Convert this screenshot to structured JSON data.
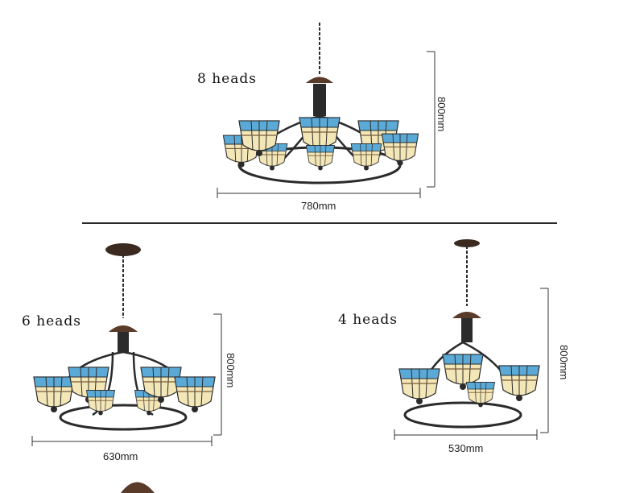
{
  "products": [
    {
      "heads_label": "8 heads",
      "width_label": "780mm",
      "height_label": "800mm"
    },
    {
      "heads_label": "6 heads",
      "width_label": "630mm",
      "height_label": "800mm"
    },
    {
      "heads_label": "4 heads",
      "width_label": "530mm",
      "height_label": "800mm"
    }
  ],
  "colors": {
    "shade_blue": "#5aa9d6",
    "shade_cream": "#f3e7b8",
    "metal": "#2b2b2b",
    "canopy": "#5a3a28",
    "dimension_line": "#333333"
  }
}
